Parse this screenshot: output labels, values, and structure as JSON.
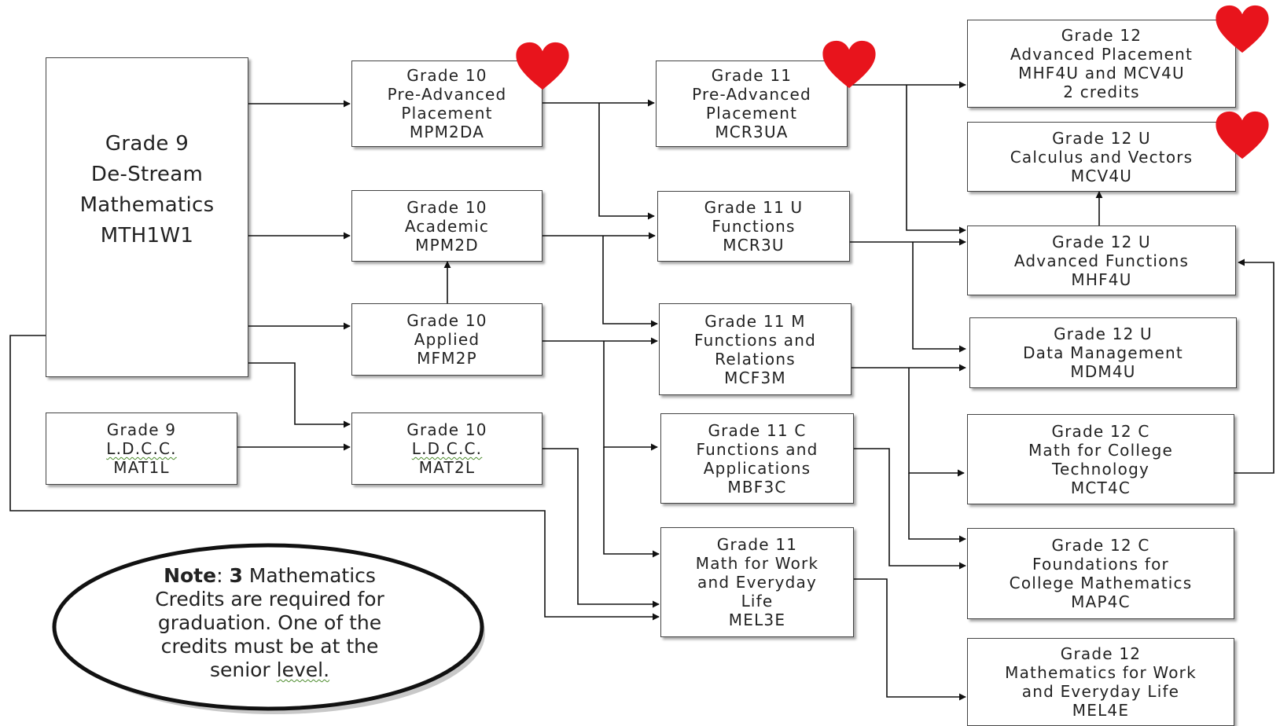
{
  "heart_color": "#e8141c",
  "boxes": {
    "g9_main": [
      "Grade 9",
      "De-Stream",
      "Mathematics",
      "MTH1W1"
    ],
    "g9_ldcc": [
      "Grade 9",
      "L.D.C.C.",
      "MAT1L"
    ],
    "g10_pre_ap": [
      "Grade 10",
      "Pre-Advanced",
      "Placement",
      "MPM2DA"
    ],
    "g10_academic": [
      "Grade 10",
      "Academic",
      "MPM2D"
    ],
    "g10_applied": [
      "Grade 10",
      "Applied",
      "MFM2P"
    ],
    "g10_ldcc": [
      "Grade 10",
      "L.D.C.C.",
      "MAT2L"
    ],
    "g11_pre_ap": [
      "Grade 11",
      "Pre-Advanced",
      "Placement",
      "MCR3UA"
    ],
    "g11_u_functions": [
      "Grade 11 U",
      "Functions",
      "MCR3U"
    ],
    "g11_m_functions": [
      "Grade 11 M",
      "Functions and",
      "Relations",
      "MCF3M"
    ],
    "g11_c_functions": [
      "Grade 11 C",
      "Functions and",
      "Applications",
      "MBF3C"
    ],
    "g11_workplace": [
      "Grade 11",
      "Math for Work",
      "and Everyday",
      "Life",
      "MEL3E"
    ],
    "g12_ap": [
      "Grade 12",
      "Advanced Placement",
      "MHF4U and MCV4U",
      "2 credits"
    ],
    "g12_calculus": [
      "Grade 12 U",
      "Calculus and Vectors",
      "MCV4U"
    ],
    "g12_adv_functions": [
      "Grade 12 U",
      "Advanced Functions",
      "MHF4U"
    ],
    "g12_data": [
      "Grade 12 U",
      "Data Management",
      "MDM4U"
    ],
    "g12_tech": [
      "Grade 12 C",
      "Math for College",
      "Technology",
      "MCT4C"
    ],
    "g12_foundations": [
      "Grade 12 C",
      "Foundations for",
      "College Mathematics",
      "MAP4C"
    ],
    "g12_workplace": [
      "Grade 12",
      "Mathematics for Work",
      "and Everyday Life",
      "MEL4E"
    ]
  },
  "note": {
    "label": "Note",
    "separator": ": ",
    "count": "3",
    "text_1": " Mathematics",
    "line_2": "Credits are required for",
    "line_3": "graduation. One of the",
    "line_4": "credits must be at the",
    "line_5_a": "senior ",
    "line_5_b": "level."
  }
}
